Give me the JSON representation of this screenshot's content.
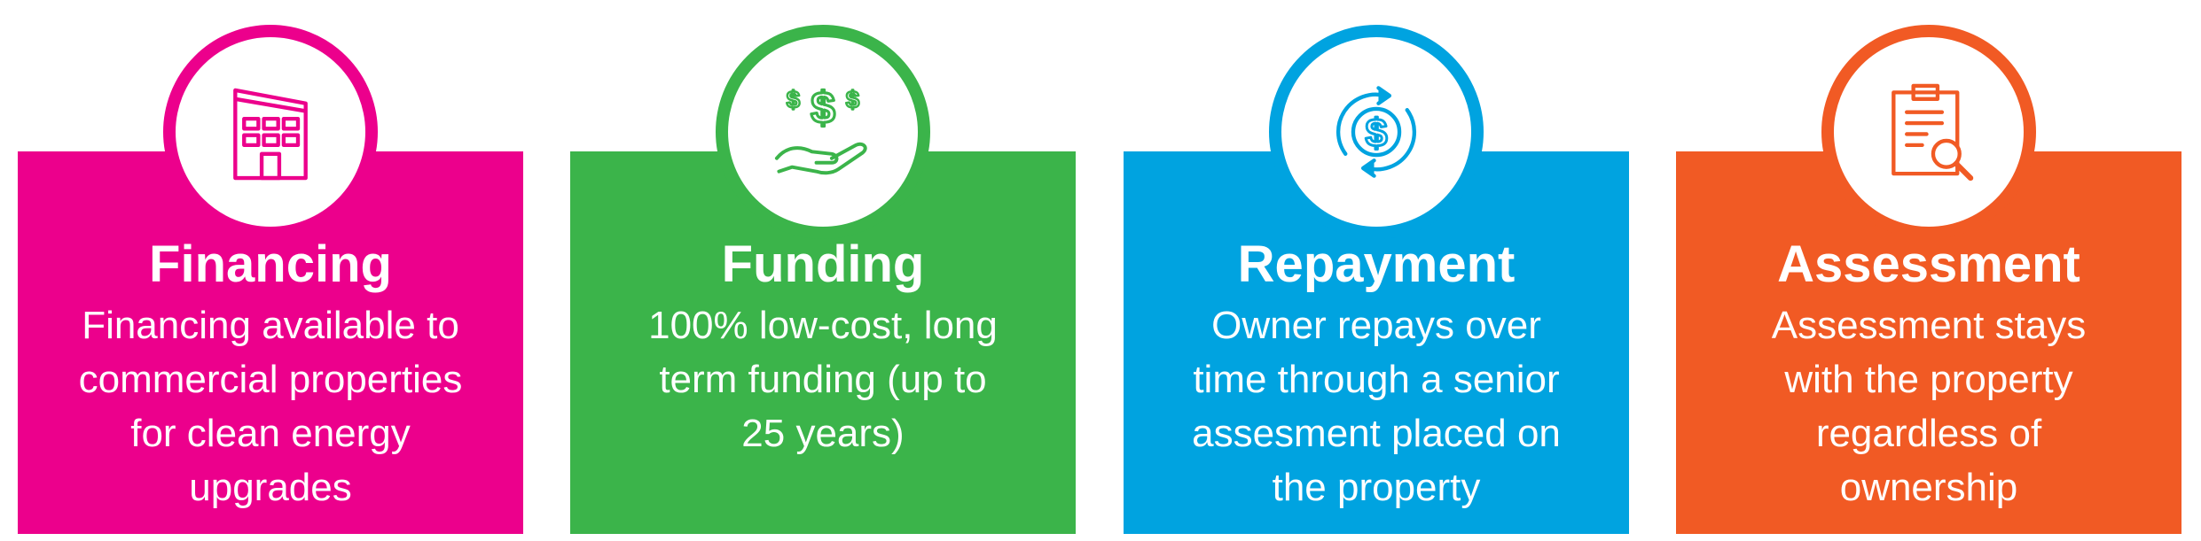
{
  "colors": {
    "financing": "#ec008c",
    "funding": "#3bb44a",
    "repayment": "#00a3e0",
    "assessment": "#f15a24"
  },
  "cards": [
    {
      "icon": "building-icon",
      "title": "Financing",
      "lines": [
        "Financing available to",
        "commercial properties",
        "for clean energy",
        "upgrades"
      ]
    },
    {
      "icon": "hand-money-icon",
      "title": "Funding",
      "lines": [
        "100% low-cost, long",
        "term funding (up to",
        "25 years)"
      ]
    },
    {
      "icon": "cycle-dollar-icon",
      "title": "Repayment",
      "lines": [
        "Owner repays over",
        "time through a senior",
        "assesment placed on",
        "the property"
      ]
    },
    {
      "icon": "clipboard-search-icon",
      "title": "Assessment",
      "lines": [
        "Assessment stays",
        "with the property",
        "regardless of",
        "ownership"
      ]
    }
  ]
}
